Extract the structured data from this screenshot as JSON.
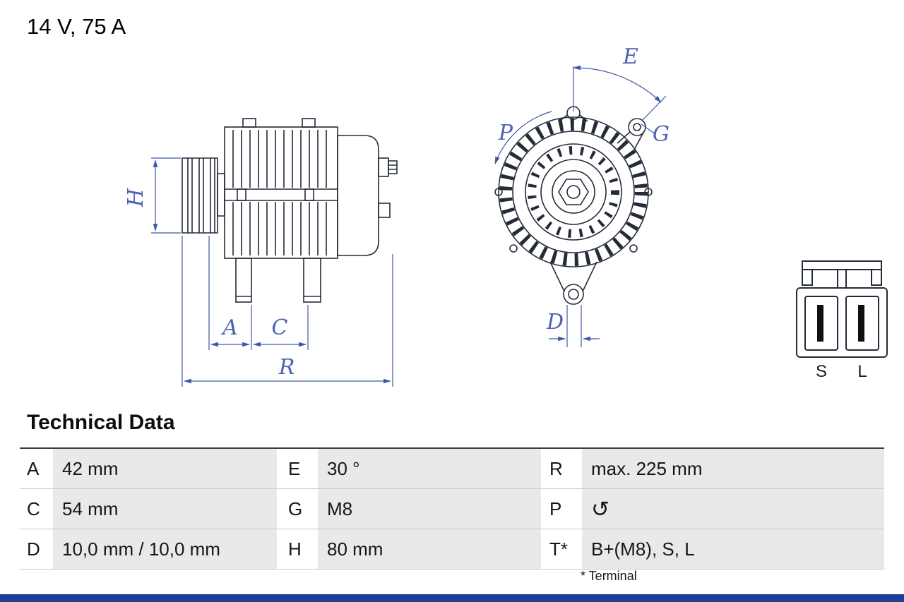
{
  "title": "14 V, 75 A",
  "diagram": {
    "labels": {
      "H": "H",
      "A": "A",
      "C": "C",
      "R": "R",
      "E": "E",
      "G": "G",
      "P": "P",
      "D": "D"
    },
    "connector": {
      "left": "S",
      "right": "L"
    },
    "colors": {
      "drawing_line": "#242b38",
      "dimension_line": "#3f57a9",
      "dimension_label": "#4d62b0"
    }
  },
  "technical_data": {
    "heading": "Technical Data",
    "rows": [
      [
        {
          "k": "A",
          "v": "42 mm"
        },
        {
          "k": "E",
          "v": "30 °"
        },
        {
          "k": "R",
          "v": "max. 225 mm"
        }
      ],
      [
        {
          "k": "C",
          "v": "54 mm"
        },
        {
          "k": "G",
          "v": "M8"
        },
        {
          "k": "P",
          "v": "↺",
          "icon": "rotation-ccw-icon"
        }
      ],
      [
        {
          "k": "D",
          "v": "10,0 mm / 10,0 mm"
        },
        {
          "k": "H",
          "v": "80 mm"
        },
        {
          "k": "T*",
          "v": "B+(M8), S, L"
        }
      ]
    ],
    "footnote": "* Terminal"
  },
  "footer": {
    "bar_color": "#1d4094"
  }
}
